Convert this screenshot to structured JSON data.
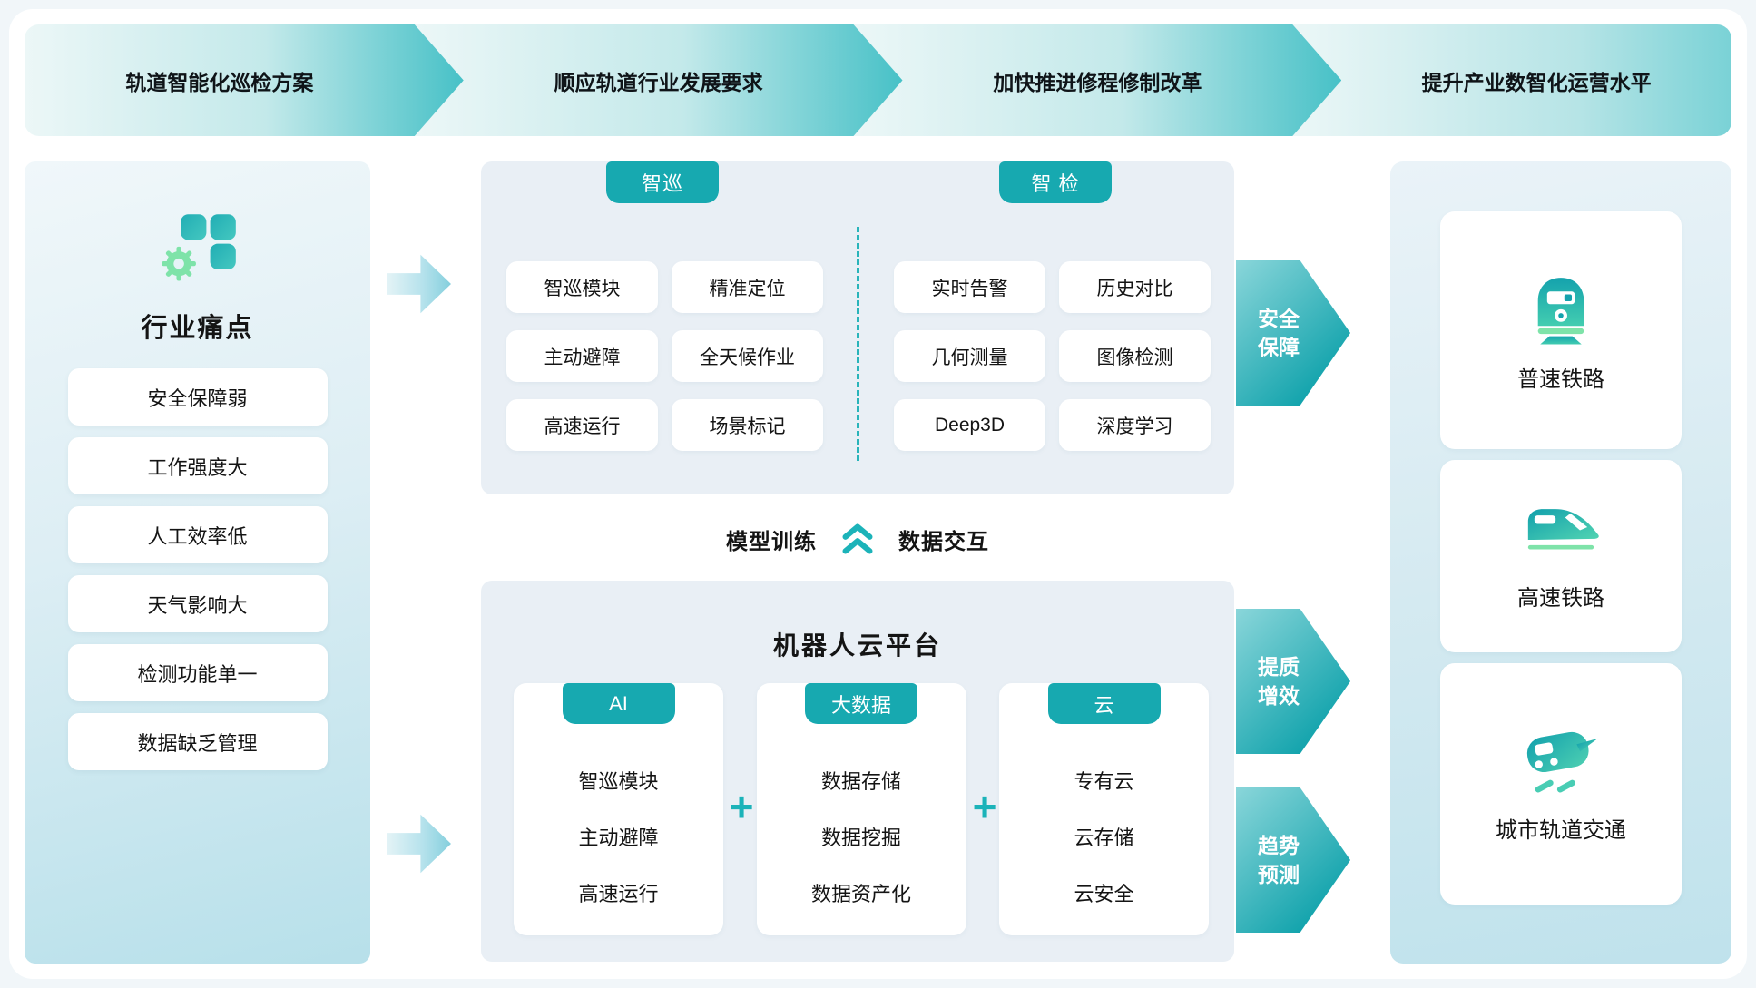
{
  "top_banner": {
    "steps": [
      {
        "label": "轨道智能化巡检方案"
      },
      {
        "label": "顺应轨道行业发展要求"
      },
      {
        "label": "加快推进修程修制改革"
      },
      {
        "label": "提升产业数智化运营水平"
      }
    ]
  },
  "left_panel": {
    "title": "行业痛点",
    "pain_points": [
      "安全保障弱",
      "工作强度大",
      "人工效率低",
      "天气影响大",
      "检测功能单一",
      "数据缺乏管理"
    ]
  },
  "inspection_panel": {
    "groups": [
      {
        "badge": "智巡",
        "items": [
          "智巡模块",
          "精准定位",
          "主动避障",
          "全天候作业",
          "高速运行",
          "场景标记"
        ]
      },
      {
        "badge": "智 检",
        "items": [
          "实时告警",
          "历史对比",
          "几何测量",
          "图像检测",
          "Deep3D",
          "深度学习"
        ]
      }
    ]
  },
  "connector": {
    "left_label": "模型训练",
    "right_label": "数据交互"
  },
  "cloud_platform": {
    "title": "机器人云平台",
    "plus": "+",
    "columns": [
      {
        "badge": "AI",
        "items": [
          "智巡模块",
          "主动避障",
          "高速运行"
        ]
      },
      {
        "badge": "大数据",
        "items": [
          "数据存储",
          "数据挖掘",
          "数据资产化"
        ]
      },
      {
        "badge": "云",
        "items": [
          "专有云",
          "云存储",
          "云安全"
        ]
      }
    ]
  },
  "side_arrows": [
    {
      "label": "安全\n保障"
    },
    {
      "label": "提质\n增效"
    },
    {
      "label": "趋势\n预测"
    }
  ],
  "right_panel": {
    "cards": [
      {
        "icon": "regular-speed-train-icon",
        "label": "普速铁路"
      },
      {
        "icon": "high-speed-train-icon",
        "label": "高速铁路"
      },
      {
        "icon": "urban-rail-train-icon",
        "label": "城市轨道交通"
      }
    ]
  },
  "colors": {
    "accent_teal": "#17a9b0",
    "banner_teal": "#47c1c7",
    "panel_gray": "#e9eff5",
    "panel_cyan_bottom": "#bfe2ec",
    "icon_green": "#7ee3a9",
    "text": "#141414"
  }
}
